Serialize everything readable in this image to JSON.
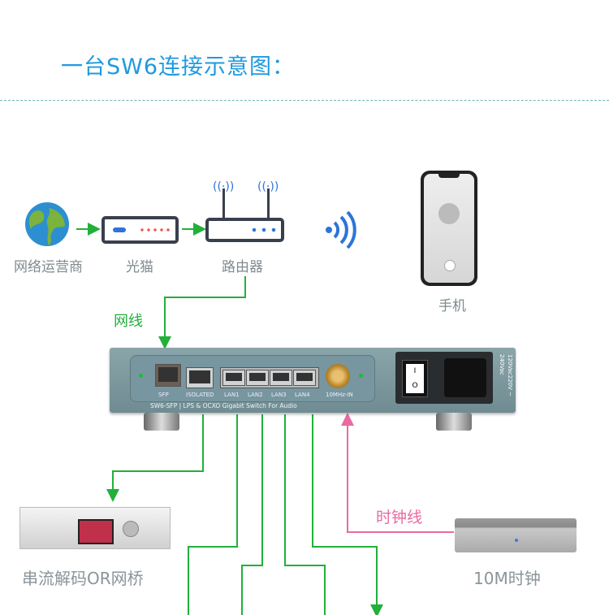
{
  "title": "一台SW6连接示意图：",
  "nodes": {
    "isp": "网络运营商",
    "modem": "光猫",
    "router": "路由器",
    "phone": "手机",
    "streamer": "串流解码OR网桥",
    "clock": "10M时钟"
  },
  "cables": {
    "network": "网线",
    "clock": "时钟线"
  },
  "switch": {
    "ports": [
      "SFP",
      "ISOLATED",
      "LAN1",
      "LAN2",
      "LAN3",
      "LAN4",
      "10MHz-IN"
    ],
    "model_text": "SW6-SFP  |  LPS & OCXO Gigabit Switch For Audio",
    "voltage_1": "110V ~ 120Vac",
    "voltage_2": "220V ~ 240Vac"
  },
  "colors": {
    "accent": "#1f9ade",
    "network_line": "#22b03a",
    "clock_line": "#e86aa0",
    "label": "#7f8b8f"
  }
}
